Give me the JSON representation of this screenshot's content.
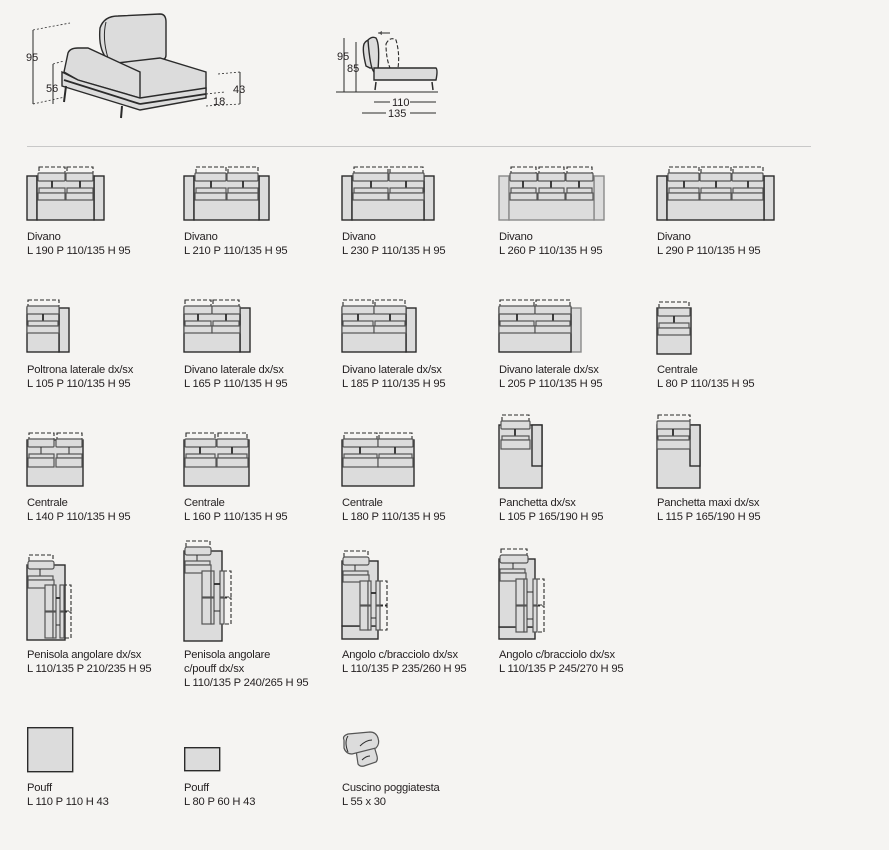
{
  "header_drawings": {
    "perspective": {
      "dims": [
        "95",
        "56",
        "43",
        "18"
      ]
    },
    "side_view": {
      "dims": [
        "95",
        "85",
        "110",
        "135"
      ]
    }
  },
  "items": [
    {
      "name": "Divano",
      "dims": "L 190 P 110/135 H 95"
    },
    {
      "name": "Divano",
      "dims": "L 210 P 110/135 H 95"
    },
    {
      "name": "Divano",
      "dims": "L 230 P 110/135 H 95"
    },
    {
      "name": "Divano",
      "dims": "L 260 P 110/135 H 95"
    },
    {
      "name": "Divano",
      "dims": "L 290 P 110/135 H 95"
    },
    {
      "name": "Poltrona laterale dx/sx",
      "dims": "L 105 P 110/135 H 95"
    },
    {
      "name": "Divano laterale dx/sx",
      "dims": "L 165 P 110/135 H 95"
    },
    {
      "name": "Divano laterale dx/sx",
      "dims": "L 185 P 110/135 H 95"
    },
    {
      "name": "Divano laterale dx/sx",
      "dims": "L 205 P 110/135 H 95"
    },
    {
      "name": "Centrale",
      "dims": "L 80 P 110/135 H 95"
    },
    {
      "name": "Centrale",
      "dims": "L 140 P 110/135 H 95"
    },
    {
      "name": "Centrale",
      "dims": "L 160 P 110/135 H 95"
    },
    {
      "name": "Centrale",
      "dims": "L 180 P 110/135 H 95"
    },
    {
      "name": "Panchetta dx/sx",
      "dims": "L 105 P 165/190 H 95"
    },
    {
      "name": "Panchetta maxi dx/sx",
      "dims": "L 115 P 165/190 H 95"
    },
    {
      "name": "Penisola angolare dx/sx",
      "dims": "L 110/135 P 210/235 H 95"
    },
    {
      "name": "Penisola angolare",
      "name2": "c/pouff dx/sx",
      "dims": "L 110/135 P 240/265 H 95"
    },
    {
      "name": "Angolo c/bracciolo dx/sx",
      "dims": "L 110/135 P 235/260 H 95"
    },
    {
      "name": "Angolo c/bracciolo dx/sx",
      "dims": "L 110/135 P 245/270 H 95"
    },
    {
      "name": "Pouff",
      "dims": "L 110 P 110 H 43"
    },
    {
      "name": "Pouff",
      "dims": "L 80 P 60 H 43"
    },
    {
      "name": "Cuscino poggiatesta",
      "dims": "L 55 x 30"
    }
  ]
}
